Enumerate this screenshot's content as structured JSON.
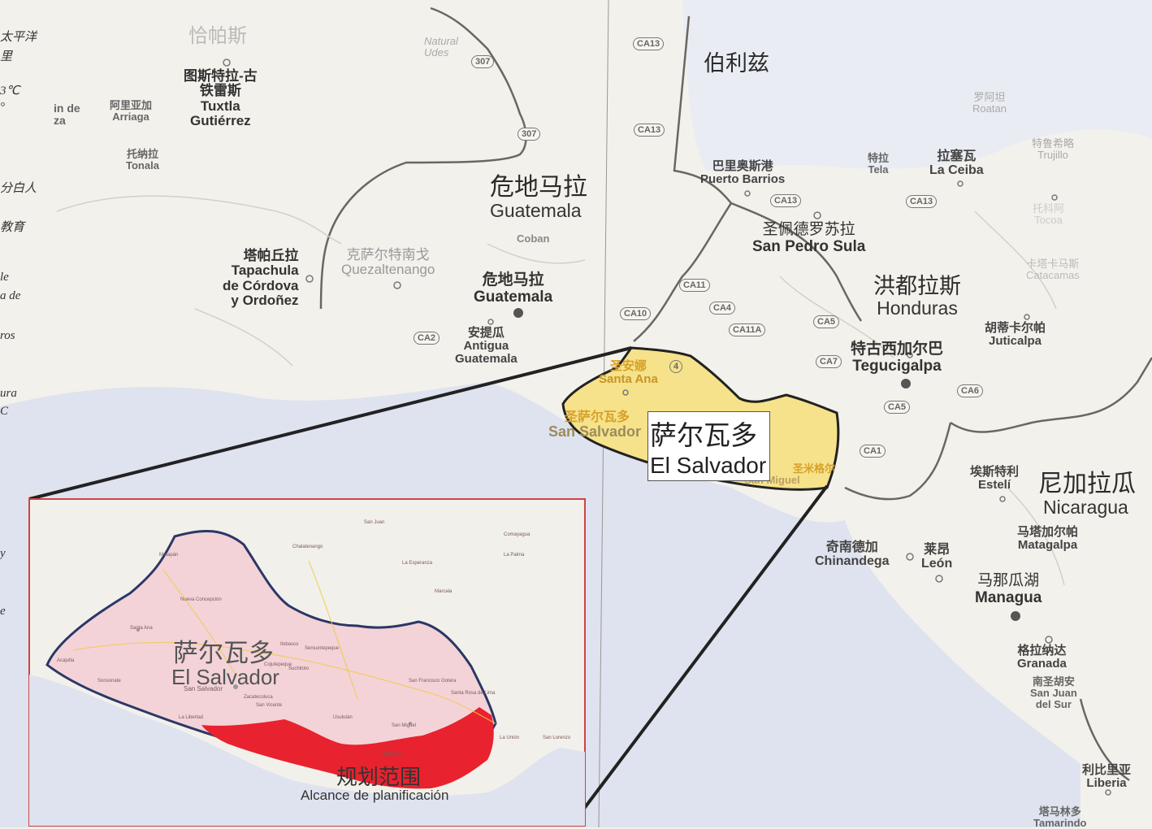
{
  "left_strip": [
    "太平洋",
    "里",
    "3℃",
    "°",
    "分白人",
    "教育",
    "le",
    "a de",
    "ros",
    "ura",
    "C",
    "y",
    "e"
  ],
  "countries": {
    "mexico_zh": "恰帕斯",
    "belize_zh": "伯利兹",
    "guatemala_zh": "危地马拉",
    "guatemala_es": "Guatemala",
    "honduras_zh": "洪都拉斯",
    "honduras_es": "Honduras",
    "nicaragua_zh": "尼加拉瓜",
    "nicaragua_es": "Nicaragua",
    "el_salvador_zh": "萨尔瓦多",
    "el_salvador_es": "El Salvador"
  },
  "cities": {
    "tuxtla_zh": "图斯特拉-古\n铁雷斯",
    "tuxtla_es": "Tuxtla\nGutiérrez",
    "arriaga_zh": "阿里亚加",
    "arriaga_es": "Arriaga",
    "tonala_zh": "托纳拉",
    "tonala_es": "Tonala",
    "cordova_es": "in de\nza",
    "tapachula_zh": "塔帕丘拉",
    "tapachula_es": "Tapachula\nde Córdova\ny Ordoñez",
    "quezaltenango_zh": "克萨尔特南戈",
    "quezaltenango_es": "Quezaltenango",
    "guatemala_city_zh": "危地马拉",
    "guatemala_city_es": "Guatemala",
    "antigua_zh": "安提瓜",
    "antigua_es": "Antigua\nGuatemala",
    "coban_es": "Coban",
    "natural_es": "Natural\nUdes",
    "puerto_barrios_zh": "巴里奥斯港",
    "puerto_barrios_es": "Puerto Barrios",
    "tela_zh": "特拉",
    "tela_es": "Tela",
    "la_ceiba_zh": "拉塞瓦",
    "la_ceiba_es": "La Ceiba",
    "roatan_zh": "罗阿坦",
    "roatan_es": "Roatan",
    "trujillo_zh": "特鲁希略",
    "trujillo_es": "Trujillo",
    "tocoa_zh": "托科阿",
    "tocoa_es": "Tocoa",
    "san_pedro_zh": "圣佩德罗苏拉",
    "san_pedro_es": "San Pedro Sula",
    "catacamas_zh": "卡塔卡马斯",
    "catacamas_es": "Catacamas",
    "juticalpa_zh": "胡蒂卡尔帕",
    "juticalpa_es": "Juticalpa",
    "tegucigalpa_zh": "特古西加尔巴",
    "tegucigalpa_es": "Tegucigalpa",
    "santa_ana_zh": "圣安娜",
    "santa_ana_es": "Santa Ana",
    "san_salvador_zh": "圣萨尔瓦多",
    "san_salvador_es": "San Salvador",
    "san_miguel_zh": "圣米格尔",
    "san_miguel_es": "San Miguel",
    "esteli_zh": "埃斯特利",
    "esteli_es": "Estelí",
    "matagalpa_zh": "马塔加尔帕",
    "matagalpa_es": "Matagalpa",
    "chinandega_zh": "奇南德加",
    "chinandega_es": "Chinandega",
    "leon_zh": "莱昂",
    "leon_es": "León",
    "managua_zh": "马那瓜湖",
    "managua_es": "Managua",
    "granada_zh": "格拉纳达",
    "granada_es": "Granada",
    "san_juan_sur_zh": "南圣胡安",
    "san_juan_sur_es": "San Juan\ndel Sur",
    "liberia_zh": "利比里亚",
    "liberia_es": "Liberia",
    "tamarindo_zh": "塔马林多",
    "tamarindo_es": "Tamarindo"
  },
  "highways": [
    "CA13",
    "307",
    "307",
    "CA13",
    "CA13",
    "CA13",
    "CA11",
    "CA4",
    "CA11A",
    "CA10",
    "CA2",
    "CA5",
    "CA7",
    "CA6",
    "CA5",
    "CA1",
    "4"
  ],
  "inset": {
    "country_zh": "萨尔瓦多",
    "country_es": "El Salvador",
    "planning_zh": "规划范围",
    "planning_es": "Alcance de planificación",
    "capital_es": "San Salvador",
    "tiny_labels": [
      "Metapán",
      "Santa Ana",
      "Sonsonate",
      "Chalatenango",
      "La Libertad",
      "Sensuntepeque",
      "Cojutepeque",
      "San Vicente",
      "Zacatecoluca",
      "Usulután",
      "San Miguel",
      "La Unión",
      "San Francisco Gotera",
      "Santa Rosa de Lima",
      "Ilobasco",
      "Suchitoto",
      "Nueva Concepción",
      "San Juan",
      "La Palma",
      "Comayagua",
      "Marcala",
      "La Esperanza",
      "San Lorenzo",
      "Jiquilisco",
      "Acajutla"
    ]
  },
  "colors": {
    "land": "#f3f1ec",
    "water": "#dfe3ef",
    "salvador_fill": "#f6e28a",
    "inset_fill": "#f3d3d8",
    "planning_red": "#e8222e",
    "border": "#222222"
  }
}
